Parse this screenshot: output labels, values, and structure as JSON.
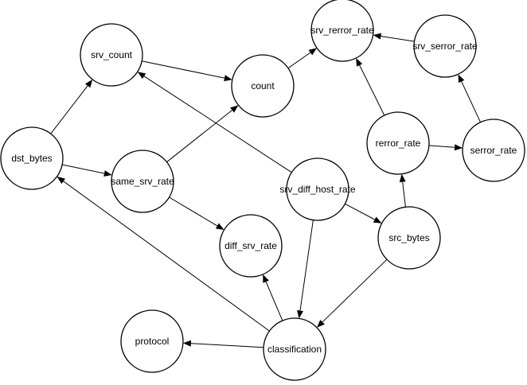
{
  "diagram": {
    "type": "directed-graph",
    "nodes": [
      {
        "id": "srv_count",
        "label": "srv_count"
      },
      {
        "id": "count",
        "label": "count"
      },
      {
        "id": "srv_rerror_rate",
        "label": "srv_rerror_rate"
      },
      {
        "id": "srv_serror_rate",
        "label": "srv_serror_rate"
      },
      {
        "id": "dst_bytes",
        "label": "dst_bytes"
      },
      {
        "id": "same_srv_rate",
        "label": "same_srv_rate"
      },
      {
        "id": "rerror_rate",
        "label": "rerror_rate"
      },
      {
        "id": "serror_rate",
        "label": "serror_rate"
      },
      {
        "id": "srv_diff_host_rate",
        "label": "srv_diff_host_rate"
      },
      {
        "id": "diff_srv_rate",
        "label": "diff_srv_rate"
      },
      {
        "id": "src_bytes",
        "label": "src_bytes"
      },
      {
        "id": "protocol",
        "label": "protocol"
      },
      {
        "id": "classification",
        "label": "classification"
      }
    ],
    "edges": [
      {
        "from": "dst_bytes",
        "to": "srv_count"
      },
      {
        "from": "dst_bytes",
        "to": "same_srv_rate"
      },
      {
        "from": "srv_count",
        "to": "count"
      },
      {
        "from": "same_srv_rate",
        "to": "count"
      },
      {
        "from": "same_srv_rate",
        "to": "diff_srv_rate"
      },
      {
        "from": "count",
        "to": "srv_rerror_rate"
      },
      {
        "from": "srv_serror_rate",
        "to": "srv_rerror_rate"
      },
      {
        "from": "rerror_rate",
        "to": "srv_rerror_rate"
      },
      {
        "from": "serror_rate",
        "to": "srv_serror_rate"
      },
      {
        "from": "rerror_rate",
        "to": "serror_rate"
      },
      {
        "from": "src_bytes",
        "to": "rerror_rate"
      },
      {
        "from": "srv_diff_host_rate",
        "to": "srv_count"
      },
      {
        "from": "srv_diff_host_rate",
        "to": "src_bytes"
      },
      {
        "from": "srv_diff_host_rate",
        "to": "classification"
      },
      {
        "from": "src_bytes",
        "to": "classification"
      },
      {
        "from": "classification",
        "to": "diff_srv_rate"
      },
      {
        "from": "classification",
        "to": "dst_bytes"
      },
      {
        "from": "classification",
        "to": "protocol"
      }
    ]
  }
}
